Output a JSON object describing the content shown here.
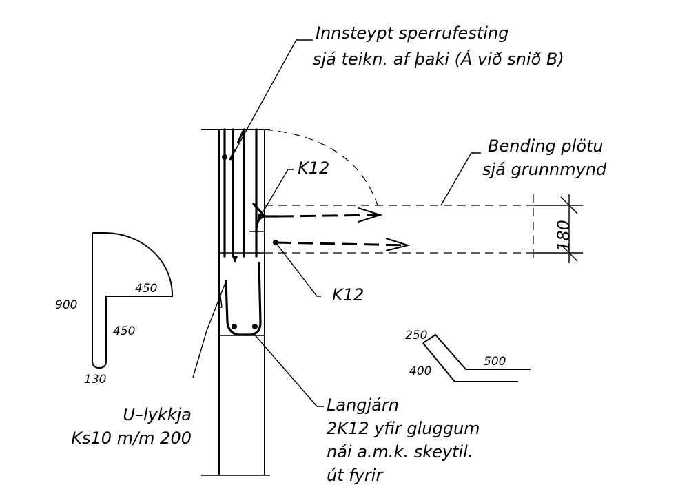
{
  "notes": {
    "top": [
      "Innsteypt sperrufesting",
      "sjá teikn. af þaki (Á við snið B)"
    ],
    "bending": [
      "Bending plötu",
      "sjá grunnmynd"
    ],
    "k12_top": "K12",
    "k12_bottom": "K12",
    "ulykkja": [
      "U–lykkja",
      "Ks10 m/m 200"
    ],
    "langjarn": [
      "Langjárn",
      "2K12 yfir gluggum",
      "nái a.m.k. skeytil.",
      "út fyrir"
    ]
  },
  "dimensions": {
    "slab_thickness": "180"
  },
  "bar_shape_1": {
    "d_900": "900",
    "d_450_arc": "450",
    "d_450_leg": "450",
    "d_130": "130"
  },
  "bar_shape_2": {
    "d_250": "250",
    "d_400": "400",
    "d_500": "500"
  }
}
